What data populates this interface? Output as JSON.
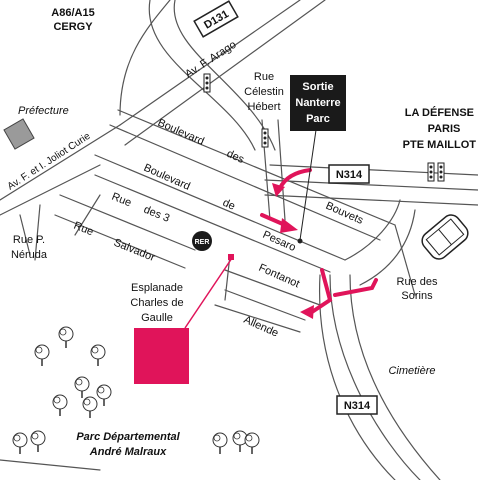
{
  "colors": {
    "accent": "#e0145a",
    "exit_box_bg": "#1a1a1a",
    "exit_box_text": "#ffffff",
    "road_line": "#555555",
    "building_fill": "#9a9a9a"
  },
  "directions": {
    "top_left": [
      "A86/A15",
      "CERGY"
    ],
    "right": [
      "LA DÉFENSE",
      "PARIS",
      "PTE MAILLOT"
    ]
  },
  "road_shields": {
    "d131": "D131",
    "n314_top": "N314",
    "n314_bottom": "N314"
  },
  "exit_box": [
    "Sortie",
    "Nanterre",
    "Parc"
  ],
  "labels": {
    "prefecture": "Préfecture",
    "rue_celestin_hebert": [
      "Rue",
      "Célestin",
      "Hébert"
    ],
    "av_f_arago": "Av. F. Arago",
    "av_joliot_curie": "Av. F. et I. Joliot Curie",
    "boulevard_des_bouvets": [
      "Boulevard",
      "des",
      "Bouvets"
    ],
    "boulevard_de_pesaro": [
      "Boulevard",
      "de",
      "Pesaro"
    ],
    "rue_des_3": [
      "Rue",
      "des 3"
    ],
    "rue_salvador": [
      "Rue",
      "Salvador"
    ],
    "rue_p_neruda": [
      "Rue P.",
      "Néruda"
    ],
    "rer": "RER",
    "esplanade": [
      "Esplanade",
      "Charles de",
      "Gaulle"
    ],
    "fontanot": "Fontanot",
    "allende": "Allende",
    "rue_des_sorins": [
      "Rue des",
      "Sorins"
    ],
    "cimetiere": "Cimetière",
    "parc_departemental": [
      "Parc Départemental",
      "André Malraux"
    ]
  },
  "icons": {
    "traffic_lights": "traffic-light-icon",
    "tree": "tree-icon",
    "stadium": "stadium-icon",
    "building": "building-icon",
    "rer": "rer-station-icon",
    "arrow": "route-arrow-icon"
  }
}
